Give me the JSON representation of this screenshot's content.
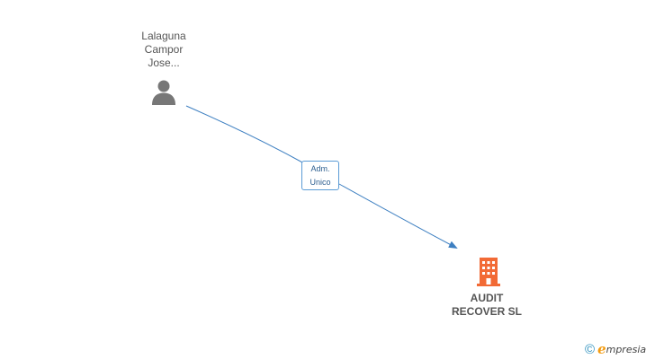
{
  "person": {
    "name_lines": [
      "Lalaguna",
      "Campor",
      "Jose..."
    ],
    "icon": "person-icon",
    "icon_color": "#777777"
  },
  "relation": {
    "role_lines": [
      "Adm.",
      "Unico"
    ],
    "line_color": "#3d7fc1"
  },
  "company": {
    "name_lines": [
      "AUDIT",
      "RECOVER SL"
    ],
    "icon": "building-icon",
    "icon_color": "#f26a35"
  },
  "brand": {
    "copyright_symbol": "©",
    "logo_initial": "e",
    "logo_rest": "mpresia",
    "logo_initial_color": "#f39c12"
  }
}
